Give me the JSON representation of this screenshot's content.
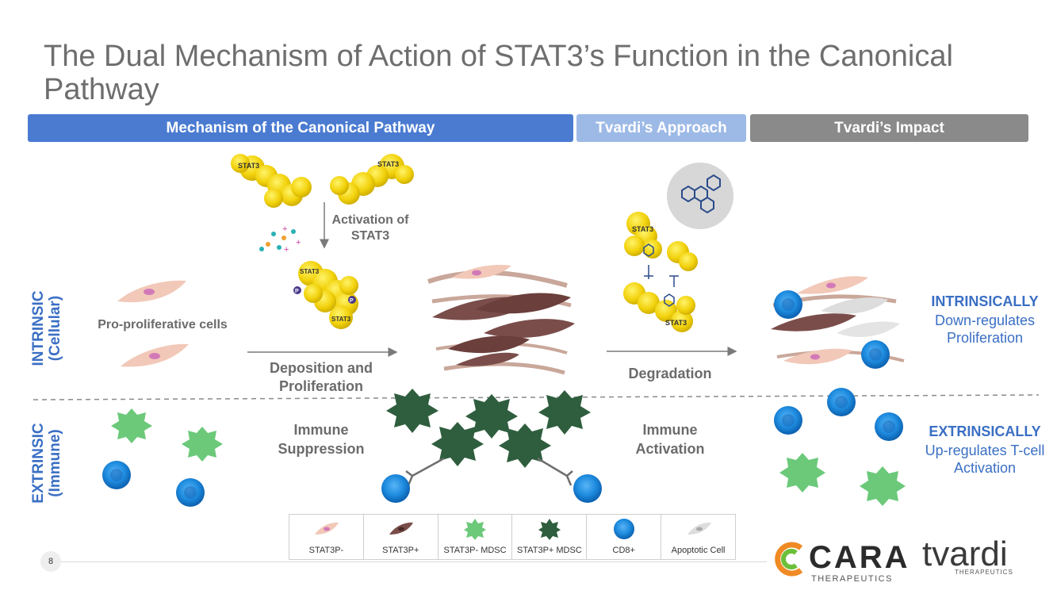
{
  "title": "The Dual Mechanism of Action of STAT3’s Function in the Canonical Pathway",
  "headers": {
    "mechanism": "Mechanism of the Canonical Pathway",
    "approach": "Tvardi’s Approach",
    "impact": "Tvardi’s Impact"
  },
  "rows": {
    "intrinsic": "INTRINSIC\n(Cellular)",
    "extrinsic": "EXTRINSIC\n(Immune)"
  },
  "diagram": {
    "stat3": "STAT3",
    "phospho": "P",
    "activation": "Activation of STAT3",
    "pro_proliferative": "Pro-proliferative cells",
    "deposition": "Deposition and Proliferation",
    "degradation": "Degradation",
    "immune_suppression": "Immune Suppression",
    "immune_activation": "Immune Activation"
  },
  "impact": {
    "intrinsic_head": "INTRINSICALLY",
    "intrinsic_text": "Down-regulates Proliferation",
    "extrinsic_head": "EXTRINSICALLY",
    "extrinsic_text": "Up-regulates T-cell Activation"
  },
  "legend": [
    "STAT3P-",
    "STAT3P+",
    "STAT3P- MDSC",
    "STAT3P+ MDSC",
    "CD8+",
    "Apoptotic Cell"
  ],
  "footer": {
    "page": "8",
    "cara": "CARA",
    "cara_sub": "THERAPEUTICS",
    "tvardi": "tvardi",
    "tvardi_sub": "THERAPEUTICS"
  },
  "colors": {
    "blue_header": "#4a7bd1",
    "light_blue_header": "#9db9e6",
    "gray_header": "#8a8a8a",
    "accent_blue": "#3a6fc4"
  }
}
